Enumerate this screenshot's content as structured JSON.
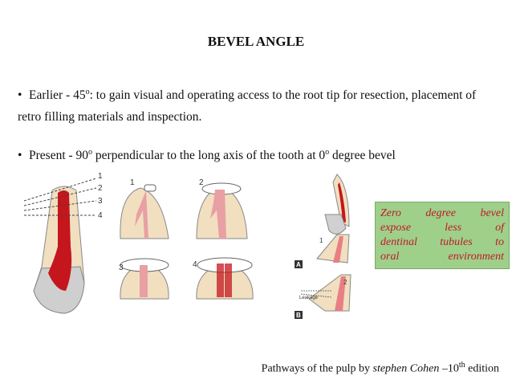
{
  "title": "BEVEL ANGLE",
  "bullets": [
    {
      "dot": "•",
      "pre": "Earlier - 45",
      "sup": "o",
      "text": ": to gain visual and operating access to the root tip for resection, placement of retro filling materials and inspection."
    },
    {
      "dot": "•",
      "pre": "Present - 90",
      "sup": "o",
      "mid": " perpendicular to the long axis of the tooth at 0",
      "sup2": "o",
      "text": "  degree bevel"
    }
  ],
  "figure_left": {
    "labels": [
      "1",
      "2",
      "3",
      "4"
    ],
    "panel_labels": [
      "1",
      "2",
      "3",
      "4"
    ]
  },
  "figure_right": {
    "labels": {
      "one": "1",
      "two": "2",
      "leakage": "Leakage",
      "a": "A",
      "b": "B"
    }
  },
  "callout": {
    "lines": [
      "Zero degree bevel",
      "expose less of",
      "dentinal tubules to",
      "oral environment"
    ]
  },
  "footer": {
    "pre": "Pathways of the pulp by ",
    "italic": "stephen Cohen",
    "mid": " –10",
    "sup": "th",
    "post": " edition"
  },
  "colors": {
    "pulp": "#c4161c",
    "tooth": "#f1dfc0",
    "callout_bg": "#9ed089",
    "callout_text": "#c0182a"
  }
}
